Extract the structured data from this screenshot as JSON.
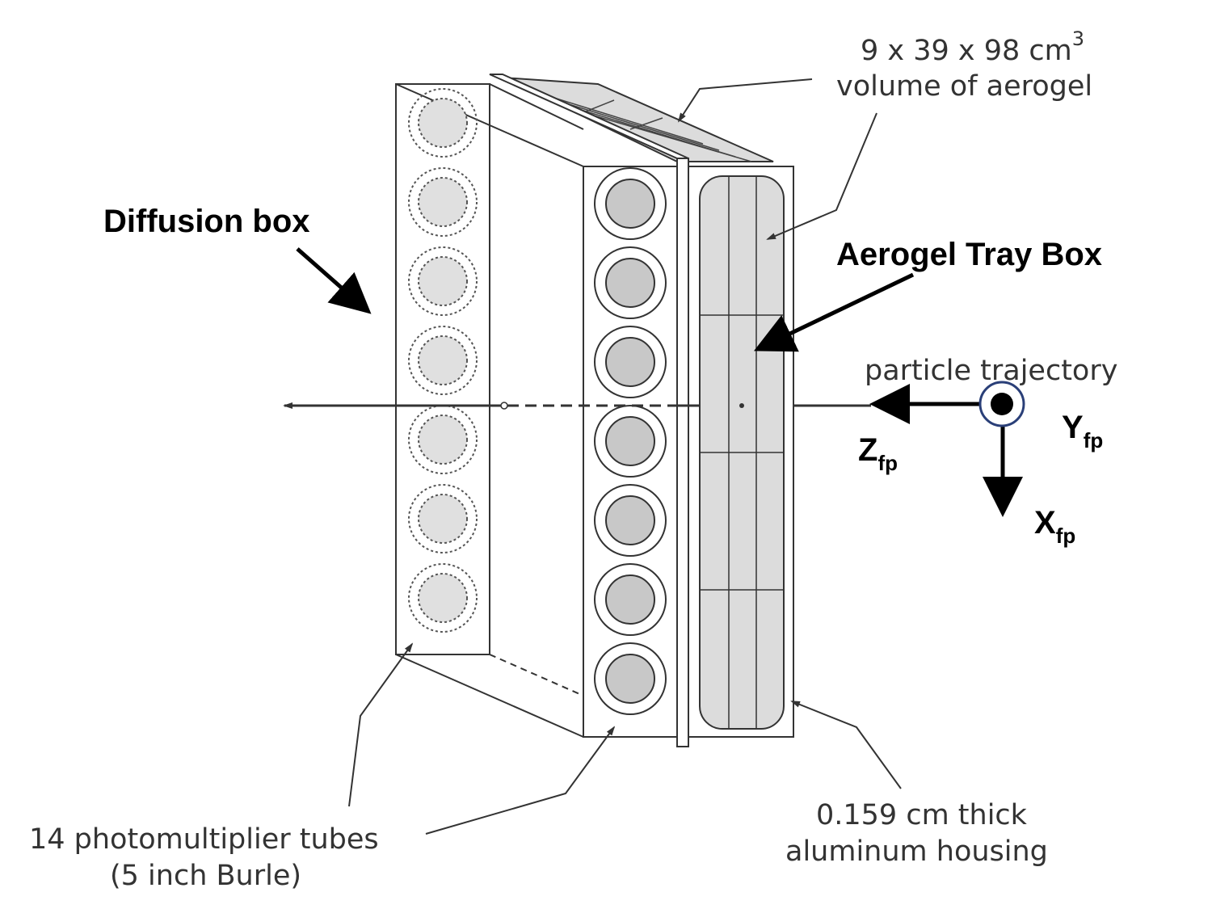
{
  "labels": {
    "aerogel_volume_line1": "9 x 39 x 98 cm",
    "aerogel_volume_sup": "3",
    "aerogel_volume_line2": "volume of aerogel",
    "diffusion_box": "Diffusion box",
    "aerogel_tray_box": "Aerogel Tray Box",
    "particle_trajectory": "particle trajectory",
    "pmt_line1": "14 photomultiplier tubes",
    "pmt_line2": "(5 inch Burle)",
    "housing_line1": "0.159 cm thick",
    "housing_line2": "aluminum housing"
  },
  "axes": {
    "z_main": "Z",
    "z_sub": "fp",
    "y_main": "Y",
    "y_sub": "fp",
    "x_main": "X",
    "x_sub": "fp"
  },
  "pmt_count_per_column": 7,
  "colors": {
    "line": "#333333",
    "dark_line": "#000000",
    "aerogel_fill": "#dcdcdc",
    "pmt_front_fill": "#c8c8c8",
    "pmt_back_fill": "#e0e0e0"
  }
}
